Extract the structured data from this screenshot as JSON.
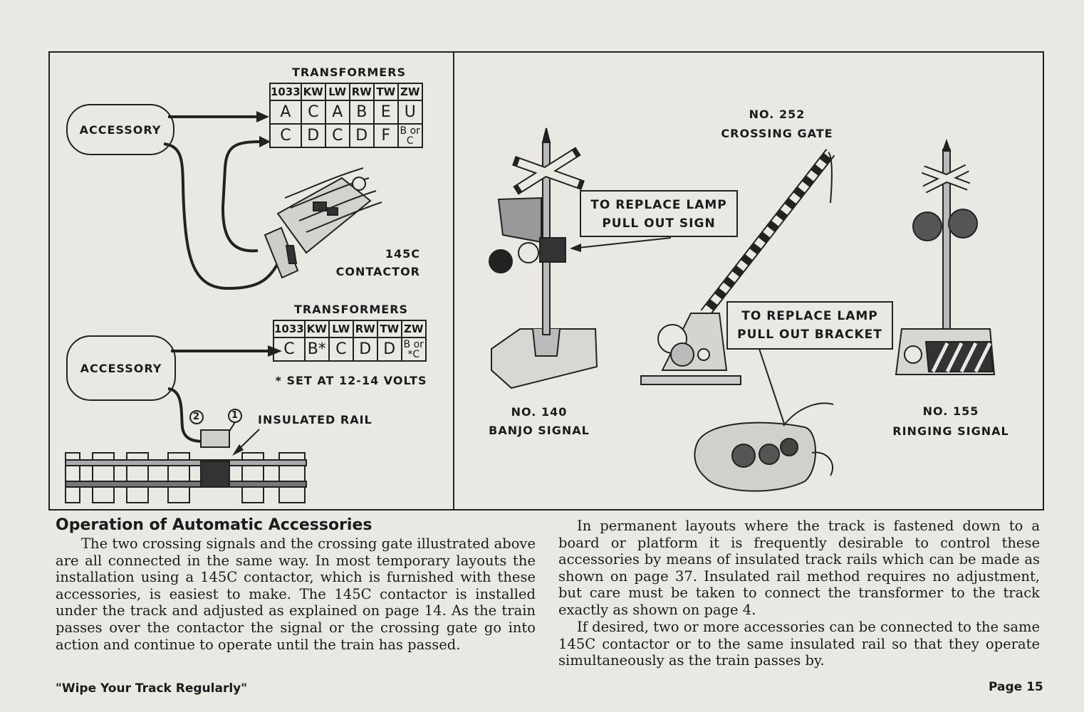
{
  "figure": {
    "left_panel": {
      "top_diagram": {
        "accessory_label": "ACCESSORY",
        "transformers_title": "TRANSFORMERS",
        "headers": [
          "1033",
          "KW",
          "LW",
          "RW",
          "TW",
          "ZW"
        ],
        "row1": [
          "A",
          "C",
          "A",
          "B",
          "E",
          "U"
        ],
        "row2": [
          "C",
          "D",
          "C",
          "D",
          "F",
          "B or C"
        ],
        "contactor_number": "145C",
        "contactor_label": "CONTACTOR"
      },
      "bottom_diagram": {
        "accessory_label": "ACCESSORY",
        "transformers_title": "TRANSFORMERS",
        "headers": [
          "1033",
          "KW",
          "LW",
          "RW",
          "TW",
          "ZW"
        ],
        "row1": [
          "C",
          "B*",
          "C",
          "D",
          "D",
          "B or *C"
        ],
        "note": "* SET AT 12-14 VOLTS",
        "terminal_2": "2",
        "terminal_1": "1",
        "insulated_rail_label": "INSULATED RAIL"
      }
    },
    "right_panel": {
      "banjo": {
        "number": "NO. 140",
        "name": "BANJO SIGNAL"
      },
      "gate": {
        "number": "NO. 252",
        "name": "CROSSING GATE"
      },
      "ringing": {
        "number": "NO. 155",
        "name": "RINGING SIGNAL"
      },
      "callout_sign": {
        "line1": "TO REPLACE LAMP",
        "line2": "PULL OUT SIGN"
      },
      "callout_bracket": {
        "line1": "TO REPLACE LAMP",
        "line2": "PULL OUT BRACKET"
      }
    }
  },
  "article": {
    "heading": "Operation of Automatic Accessories",
    "paragraphs": [
      "The two crossing signals and the crossing gate illustrated above are all connected in the same way. In most temporary layouts the installation using a 145C contactor, which is furnished with these accessories, is easiest to make. The 145C contactor is installed under the track and adjusted as explained on page 14. As the train passes over the contactor the signal or the crossing gate go into action and continue to operate until the train has passed.",
      "In permanent layouts where the track is fastened down to a board or platform it is frequently desirable to control these accessories by means of insulated track rails which can be made as shown on page 37. Insulated rail method requires no adjustment, but care must be taken to connect the transformer to the track exactly as shown on page 4.",
      "If desired, two or more accessories can be connected to the same 145C contactor or to the same insulated rail so that they operate simultaneously as the train passes by."
    ]
  },
  "footer": {
    "slogan": "\"Wipe Your Track Regularly\"",
    "page": "Page 15"
  }
}
